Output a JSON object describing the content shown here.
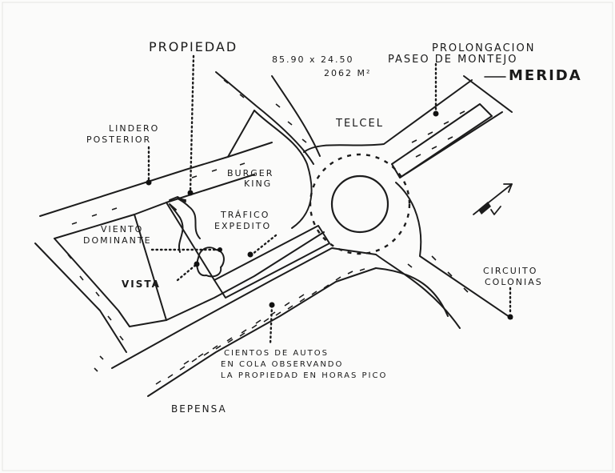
{
  "labels": {
    "propiedad": "PROPIEDAD",
    "dimensions_line1": "85.90 x 24.50",
    "dimensions_line2": "2062 M²",
    "prolongacion": "PROLONGACION",
    "paseo_montejo": "PASEO DE MONTEJO",
    "merida": "MERIDA",
    "telcel": "TELCEL",
    "lindero_line1": "LINDERO",
    "lindero_line2": "POSTERIOR",
    "burger_line1": "BURGER",
    "burger_line2": "KING",
    "trafico_line1": "TRÁFICO",
    "trafico_line2": "EXPEDITO",
    "viento_line1": "VIENTO",
    "viento_line2": "DOMINANTE",
    "vista": "VISTA",
    "circuito_line1": "CIRCUITO",
    "circuito_line2": "COLONIAS",
    "cientos_line1": "CIENTOS DE AUTOS",
    "cientos_line2": "EN COLA OBSERVANDO",
    "cientos_line3": "LA PROPIEDAD EN HORAS PICO",
    "bepensa": "BEPENSA"
  },
  "icons": {
    "north_arrow": "north-arrow-icon",
    "wind": "wind-arrow-icon",
    "tree": "tree-icon"
  },
  "colors": {
    "ink": "#1c1c1c",
    "paper": "#fbfbfa"
  }
}
